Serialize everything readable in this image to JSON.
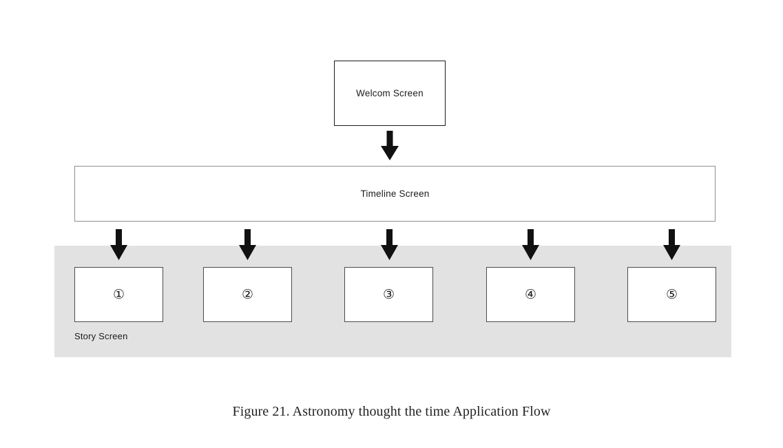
{
  "figure": {
    "caption": "Figure 21. Astronomy thought the time Application Flow"
  },
  "flow": {
    "welcome": {
      "label": "Welcom Screen"
    },
    "timeline": {
      "label": "Timeline Screen"
    },
    "story_band": {
      "label": "Story Screen",
      "background_color": "#e2e2e2",
      "boxes": [
        {
          "number": "①"
        },
        {
          "number": "②"
        },
        {
          "number": "③"
        },
        {
          "number": "④"
        },
        {
          "number": "⑤"
        }
      ]
    },
    "arrows": [
      {
        "name": "welcome-to-timeline",
        "icon": "arrow-down-icon",
        "color": "#111111"
      },
      {
        "name": "timeline-to-story-1",
        "icon": "arrow-down-icon",
        "color": "#111111"
      },
      {
        "name": "timeline-to-story-2",
        "icon": "arrow-down-icon",
        "color": "#111111"
      },
      {
        "name": "timeline-to-story-3",
        "icon": "arrow-down-icon",
        "color": "#111111"
      },
      {
        "name": "timeline-to-story-4",
        "icon": "arrow-down-icon",
        "color": "#111111"
      },
      {
        "name": "timeline-to-story-5",
        "icon": "arrow-down-icon",
        "color": "#111111"
      }
    ]
  },
  "colors": {
    "page_background": "#ffffff",
    "box_border_dark": "#1b1b1b",
    "box_border_gray": "#8e8e8e",
    "story_box_border": "#4a4a4a",
    "text": "#1b1b1b",
    "caption_text": "#231f20"
  }
}
